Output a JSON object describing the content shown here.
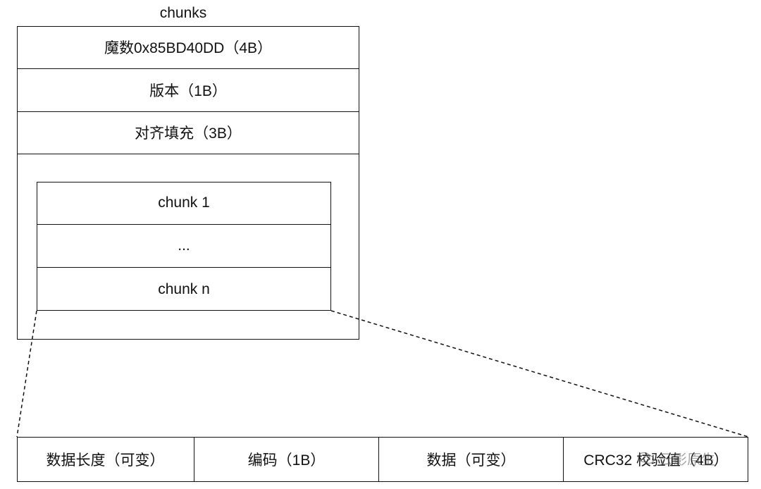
{
  "diagram": {
    "title": "chunks",
    "header_rows": [
      "魔数0x85BD40DD（4B）",
      "版本（1B）",
      "对齐填充（3B）"
    ],
    "chunk_rows": [
      "chunk 1",
      "...",
      "chunk n"
    ],
    "detail_fields": [
      "数据长度（可变）",
      "编码（1B）",
      "数据（可变）",
      "CRC32 校验值（4B）"
    ]
  },
  "watermark": {
    "text": "云影原生",
    "icon": "wechat-icon"
  }
}
